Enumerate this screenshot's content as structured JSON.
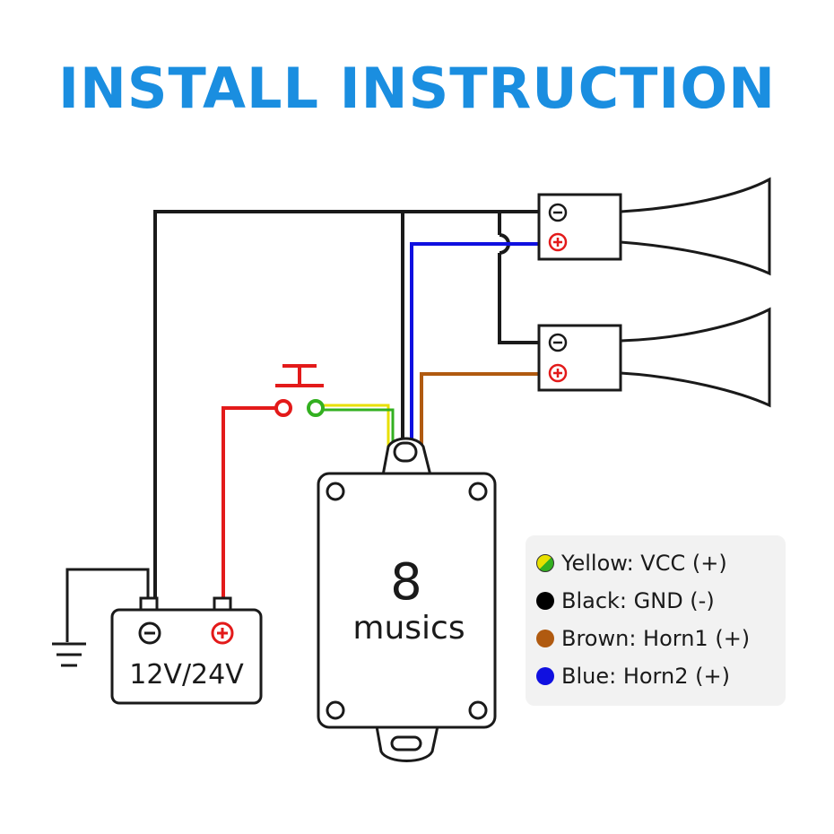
{
  "title": "INSTALL INSTRUCTION",
  "box": {
    "number": "8",
    "text": "musics"
  },
  "battery": {
    "label": "12V/24V",
    "neg": "⊖",
    "pos": "⊕"
  },
  "horns": [
    {
      "neg": "⊖",
      "pos": "⊕"
    },
    {
      "neg": "⊖",
      "pos": "⊕"
    }
  ],
  "legend": [
    {
      "label": "Yellow: VCC (+)",
      "color": "yellow-green"
    },
    {
      "label": "Black: GND (-)",
      "color": "#000000"
    },
    {
      "label": "Brown: Horn1 (+)",
      "color": "#b05a10"
    },
    {
      "label": "Blue: Horn2 (+)",
      "color": "#1010e0"
    }
  ],
  "colors": {
    "title": "#1a8ee0",
    "red": "#e31a1a",
    "yellow": "#e8e000",
    "green": "#33b020",
    "black": "#1a1a1a",
    "brown": "#b05a10",
    "blue": "#1010e0"
  }
}
